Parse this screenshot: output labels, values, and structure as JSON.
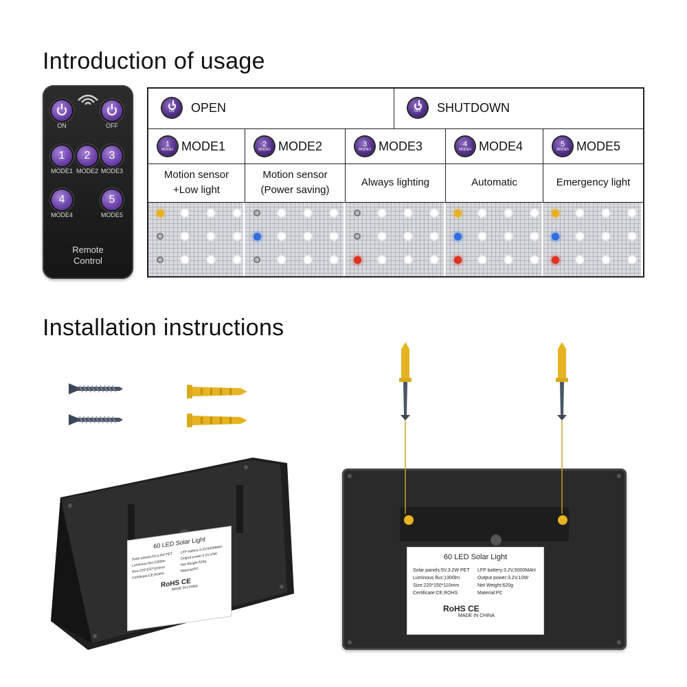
{
  "headings": {
    "usage": "Introduction of usage",
    "install": "Installation instructions"
  },
  "remote": {
    "on_label": "ON",
    "off_label": "OFF",
    "mode_labels": [
      "MODE1",
      "MODE2",
      "MODE3",
      "MODE4",
      "MODE5"
    ],
    "mode_numbers": [
      "1",
      "2",
      "3",
      "4",
      "5"
    ],
    "caption_line1": "Remote",
    "caption_line2": "Control"
  },
  "table": {
    "open": {
      "label": "OPEN",
      "btn_text": "ON"
    },
    "shutdown": {
      "label": "SHUTDOWN",
      "btn_text": "OFF"
    },
    "modes": [
      {
        "num": "1",
        "btn_text": "MODE1",
        "label": "MODE1",
        "desc1": "Motion sensor",
        "desc2": "+Low light",
        "indicator": "#e8b020"
      },
      {
        "num": "2",
        "btn_text": "MODE2",
        "label": "MODE2",
        "desc1": "Motion sensor",
        "desc2": "(Power saving)",
        "indicator": "#2f6fe0"
      },
      {
        "num": "3",
        "btn_text": "MODE3",
        "label": "MODE3",
        "desc1": "Always lighting",
        "desc2": "",
        "indicator": "#e03020"
      },
      {
        "num": "4",
        "btn_text": "MODE4",
        "label": "MODE4",
        "desc1": "Automatic",
        "desc2": "",
        "indicator": "multi"
      },
      {
        "num": "5",
        "btn_text": "MODE5",
        "label": "MODE5",
        "desc1": "Emergency light",
        "desc2": "",
        "indicator": "multi"
      }
    ]
  },
  "product_label": {
    "title": "60 LED Solar Light",
    "left_rows": [
      "Solar panels:5V,3.2W PET",
      "Luminous flux:1300lm",
      "Size:220*150*110mm",
      "Certificate:CE,ROHS"
    ],
    "right_rows": [
      "LFP battery:3.2V,5000MAH",
      "Output power:3.2V,10W",
      "Net Weight:620g",
      "Material:PC"
    ],
    "marks": "RoHS CE",
    "origin": "MADE IN CHINA"
  },
  "colors": {
    "button_purple": "#6a3fa8",
    "anchor_yellow": "#e6b422",
    "device_body": "#2a2a2a"
  }
}
